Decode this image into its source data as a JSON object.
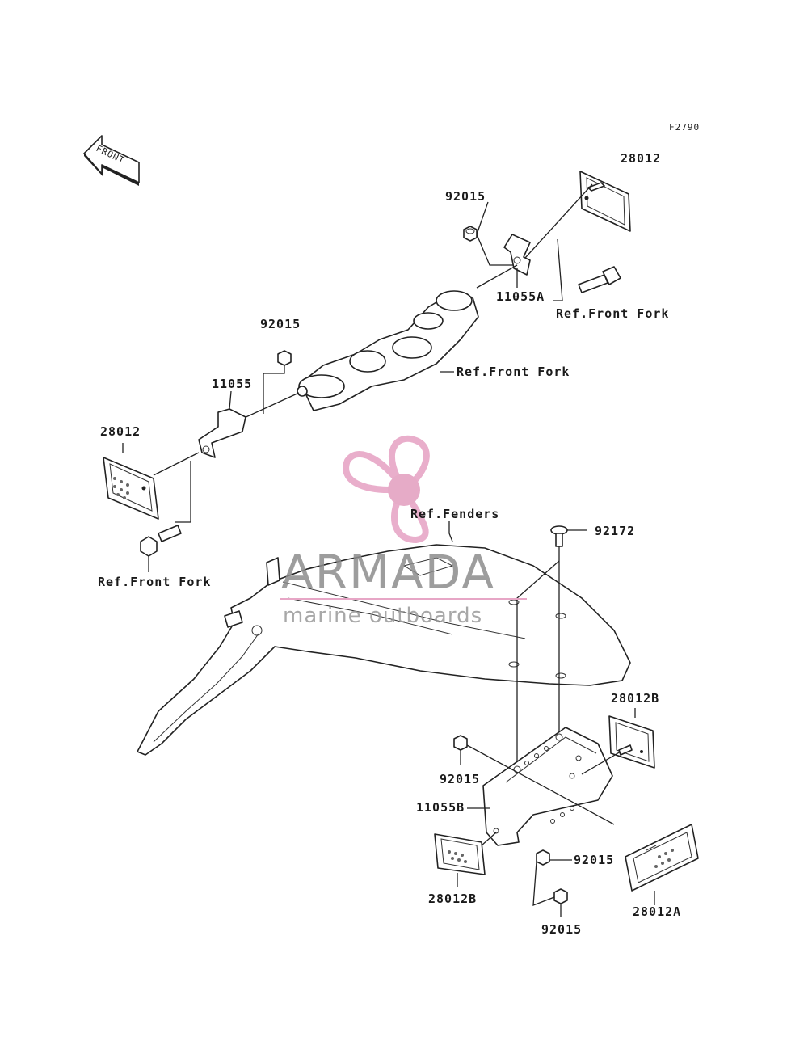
{
  "figure_code": "F2790",
  "front_arrow_text": "FRONT",
  "watermark": {
    "title": "ARMADA",
    "subtitle": "marine outboards",
    "logo_color": "#e7a6c6",
    "logo_center_color": "#e4a2c2"
  },
  "callouts": [
    {
      "id": "c1",
      "text": "28012"
    },
    {
      "id": "c2",
      "text": "92015"
    },
    {
      "id": "c3",
      "text": "11055A"
    },
    {
      "id": "c4",
      "text": "Ref.Front Fork"
    },
    {
      "id": "c5",
      "text": "92015"
    },
    {
      "id": "c6",
      "text": "Ref.Front Fork"
    },
    {
      "id": "c7",
      "text": "11055"
    },
    {
      "id": "c8",
      "text": "28012"
    },
    {
      "id": "c9",
      "text": "Ref.Front Fork"
    },
    {
      "id": "c10",
      "text": "Ref.Fenders"
    },
    {
      "id": "c11",
      "text": "92172"
    },
    {
      "id": "c12",
      "text": "28012B"
    },
    {
      "id": "c13",
      "text": "92015"
    },
    {
      "id": "c14",
      "text": "11055B"
    },
    {
      "id": "c15",
      "text": "92015"
    },
    {
      "id": "c16",
      "text": "28012B"
    },
    {
      "id": "c17",
      "text": "28012A"
    },
    {
      "id": "c18",
      "text": "92015"
    }
  ]
}
